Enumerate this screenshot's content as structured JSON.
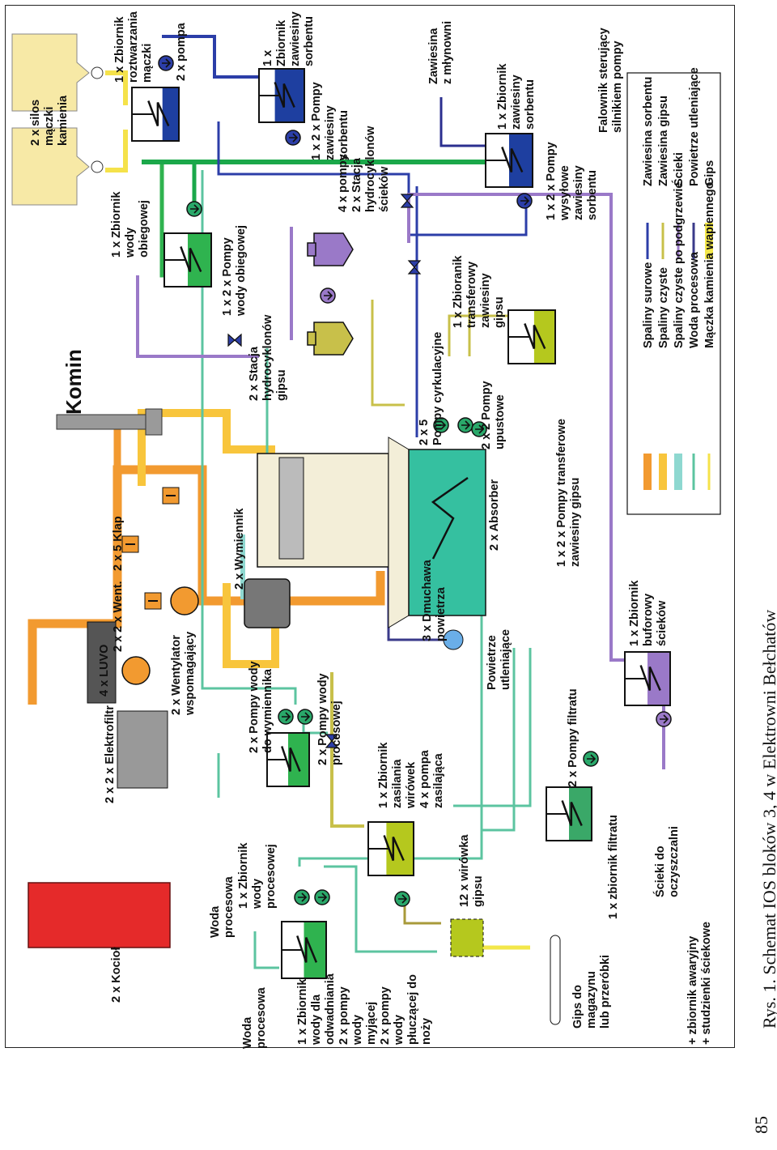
{
  "colors": {
    "flue_raw": "#f29a30",
    "flue_clean": "#f8c53c",
    "flue_clean_heated": "#8ed8d0",
    "process_water": "#5cc4a0",
    "limestone_powder": "#f5e24a",
    "sorbent_suspension": "#2c3ea8",
    "gypsum_suspension": "#c8c04a",
    "wastewater": "#9a79c8",
    "oxidising_air": "#3a3a8a",
    "gypsum": "#f3e74a",
    "boiler": "#e52a2a",
    "absorber": "#35c0a0",
    "green_tank": "#2fb34f",
    "blue_tank": "#1e3fa0",
    "lime_tank": "#b5c81e"
  },
  "labels": {
    "silos": [
      "2 x silos",
      "mączki",
      "kamienia"
    ],
    "limestone_tank": [
      "1 x Zbiornik",
      "roztwarzania",
      "mączki"
    ],
    "pump_2x": "2 x pompa",
    "sorbent_tank_top": [
      "1 x",
      "Zbiornik",
      "zawiesiny",
      "sorbentu"
    ],
    "sorbent_pumps_top": [
      "1 x 2 x Pompy",
      "zawiesiny",
      "sorbentu"
    ],
    "mill_suspension": [
      "Zawiesina",
      "z młynowni"
    ],
    "sorbent_tank_right": [
      "1 x Zbiornik",
      "zawiesiny",
      "sorbentu"
    ],
    "vfd": [
      "Falownik sterujący",
      "silnikiem pompy"
    ],
    "circ_water_tank": [
      "1 x Zbiornik",
      "wody",
      "obiegowej"
    ],
    "circ_water_pumps": [
      "1 x 2 x Pompy",
      "wody obiegowej"
    ],
    "waste_hydro": [
      "4 x pompy",
      "2 x Stacja",
      "hydrocyklonów",
      "ścieków"
    ],
    "feed_pumps": [
      "1 x 2 x Pompy",
      "wysyłowe",
      "zawiesiny",
      "sorbentu"
    ],
    "gyp_hydro": [
      "2 x Stacja",
      "hydrocyklonów",
      "gipsu"
    ],
    "transfer_tank": [
      "1 x Zbioranik",
      "transferowy",
      "zawiesiny",
      "gipsu"
    ],
    "stack": "Komin",
    "klap": "2 x 5 Klap",
    "fans": "2 x 2 x Went.",
    "booster": [
      "2 x Wentylator",
      "wspomagający"
    ],
    "heat_exch": "2 x Wymiennik",
    "circ_pumps": [
      "2 x 5",
      "Pompy cyrkulacyjne"
    ],
    "drain_pumps": [
      "2 x 2 Pompy",
      "upustowe"
    ],
    "transfer_pumps": [
      "1 x 2 x Pompy transferowe",
      "zawiesiny gipsu"
    ],
    "absorber": "2 x Absorber",
    "blowers": [
      "3 x Dmuchawa",
      "powietrza"
    ],
    "ox_air": [
      "Powietrze",
      "utleniające"
    ],
    "buffer_tank": [
      "1 x Zbiornik",
      "buforowy",
      "ścieków"
    ],
    "boiler": "2 x Kocioł",
    "luvo": "4 x LUVO",
    "esp": "2 x 2 x Elektrofiltr",
    "proc_water_1": [
      "Woda",
      "procesowa"
    ],
    "proc_water_2": [
      "Woda",
      "procesowa"
    ],
    "proc_water_tank": [
      "1 x Zbiornik",
      "wody",
      "procesowej"
    ],
    "hx_pumps": [
      "2 x Pompy wody",
      "do wymiennika"
    ],
    "proc_pumps": [
      "2 x Pompy wody",
      "procesowej"
    ],
    "dewater_tank": [
      "1 x Zbiornik",
      "wody dla",
      "odwadniania",
      "2 x pompy",
      "wody",
      "myjącej",
      "2 x pompy",
      "wody",
      "płuczącej do",
      "noży"
    ],
    "centrifuge_tank": [
      "1 x Zbiornik",
      "zasilania",
      "wirówek",
      "4 x pompa",
      "zasilająca"
    ],
    "centrifuges": [
      "12 x wirówka",
      "gipsu"
    ],
    "filtrate_pumps": "2 x Pompy filtratu",
    "filtrate_tank": "1 x zbiornik  filtratu",
    "waste_to_plant": [
      "Ścieki do",
      "oczyszczalni"
    ],
    "gypsum_store": [
      "Gips do",
      "magazynu",
      "lub przeróbki"
    ],
    "footnote": [
      "+ zbiornik awaryjny",
      "+ studzienki ściekowe"
    ]
  },
  "legend": {
    "left": [
      "Spaliny surowe",
      "Spaliny czyste",
      "Spaliny czyste po podgrzewie",
      "Woda procesowa",
      "Mączka kamienia wapiennego"
    ],
    "right": [
      "Zawiesina sorbentu",
      "Zawiesina gipsu",
      "Ścieki",
      "Powietrze utleniające",
      "Gips"
    ]
  },
  "caption": "Rys. 1. Schemat IOS bloków 3, 4 w Elektrowni Bełchatów",
  "page_number": "85"
}
